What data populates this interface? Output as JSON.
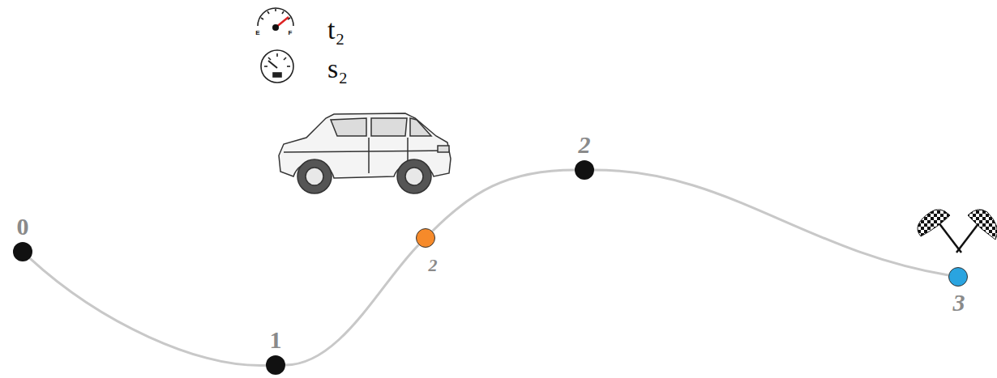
{
  "diagram": {
    "nodes": [
      {
        "text": [
          "0"
        ]
      },
      {
        "text": [
          "1"
        ]
      },
      {
        "text": [
          "2"
        ]
      },
      {
        "text": [
          "2"
        ]
      },
      {
        "text": [
          "3"
        ]
      }
    ],
    "edges": [
      {
        "from": 0,
        "to": 1,
        "arrow": "none"
      },
      {
        "from": 1,
        "to": 2,
        "arrow": "none"
      },
      {
        "from": 2,
        "to": 3,
        "arrow": "none"
      },
      {
        "from": 3,
        "to": 4,
        "arrow": "none"
      }
    ],
    "labels": [
      "E",
      "F",
      "t₂",
      "s₂"
    ]
  }
}
